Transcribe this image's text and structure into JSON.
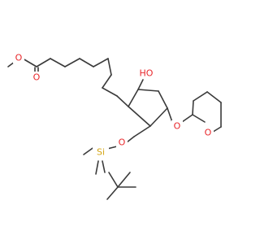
{
  "colors": {
    "bond": "#3a3a3a",
    "oxygen": "#e8262a",
    "silicon": "#d4a514",
    "background": "#ffffff"
  },
  "atoms": {
    "ester_o1": "O",
    "ester_o2": "O",
    "hydroxyl": "HO",
    "ether_o": "O",
    "thp_ring_o": "O",
    "silyl_ether_o": "O",
    "silicon": "Si"
  }
}
